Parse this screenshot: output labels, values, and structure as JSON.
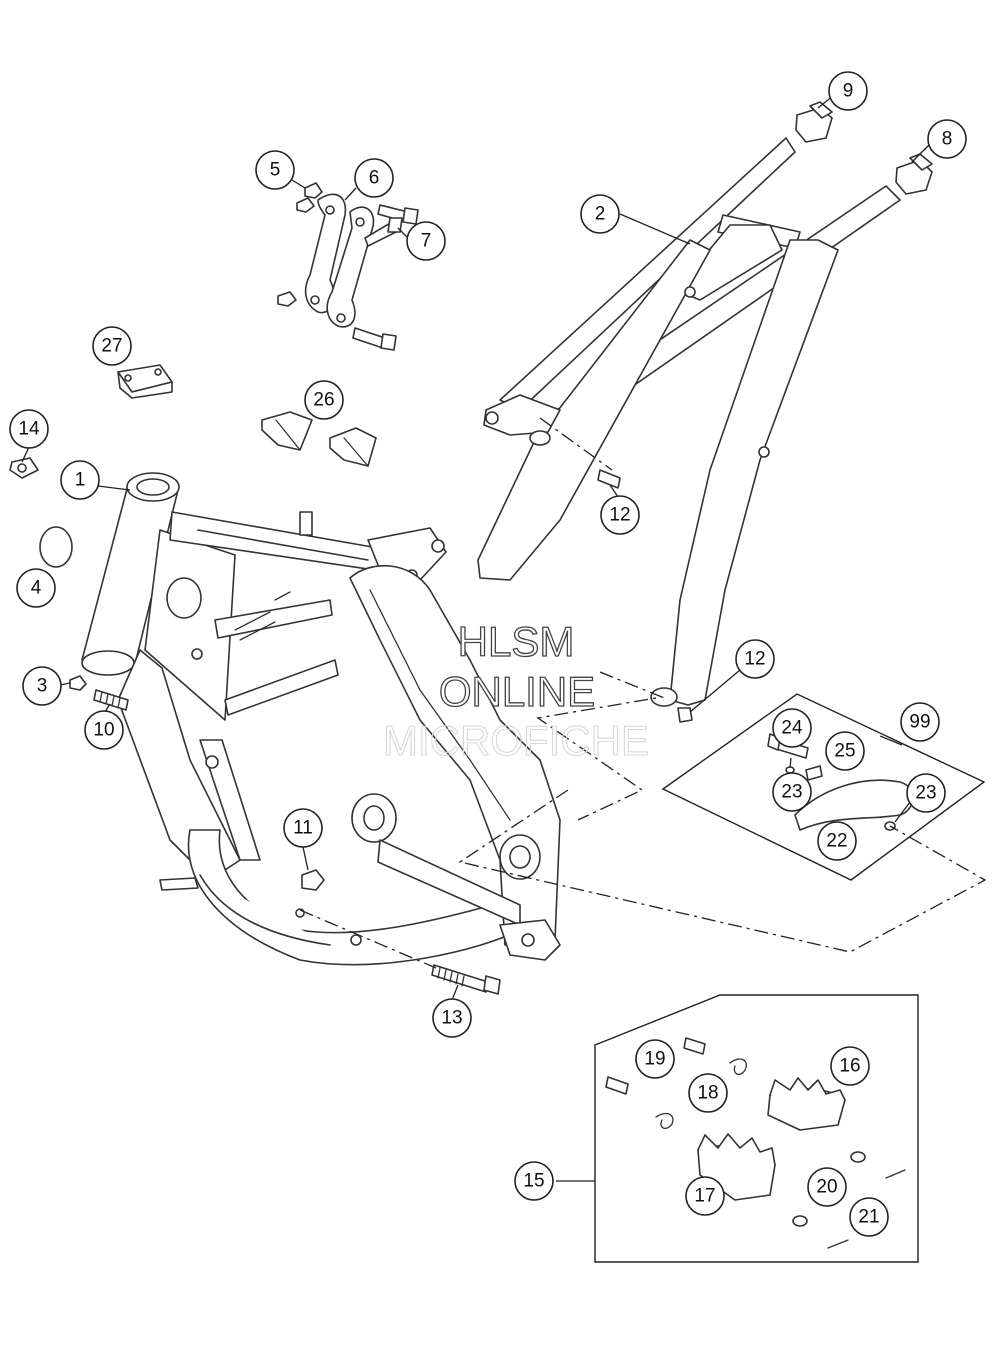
{
  "watermark": {
    "line1": "HLSM",
    "line2": "ONLINE",
    "line3": "MICROFICHE"
  },
  "callouts": [
    "1",
    "2",
    "3",
    "4",
    "5",
    "6",
    "7",
    "8",
    "9",
    "10",
    "11",
    "12",
    "12",
    "13",
    "14",
    "15",
    "16",
    "17",
    "18",
    "19",
    "20",
    "21",
    "22",
    "23",
    "23",
    "24",
    "25",
    "26",
    "27",
    "99"
  ]
}
